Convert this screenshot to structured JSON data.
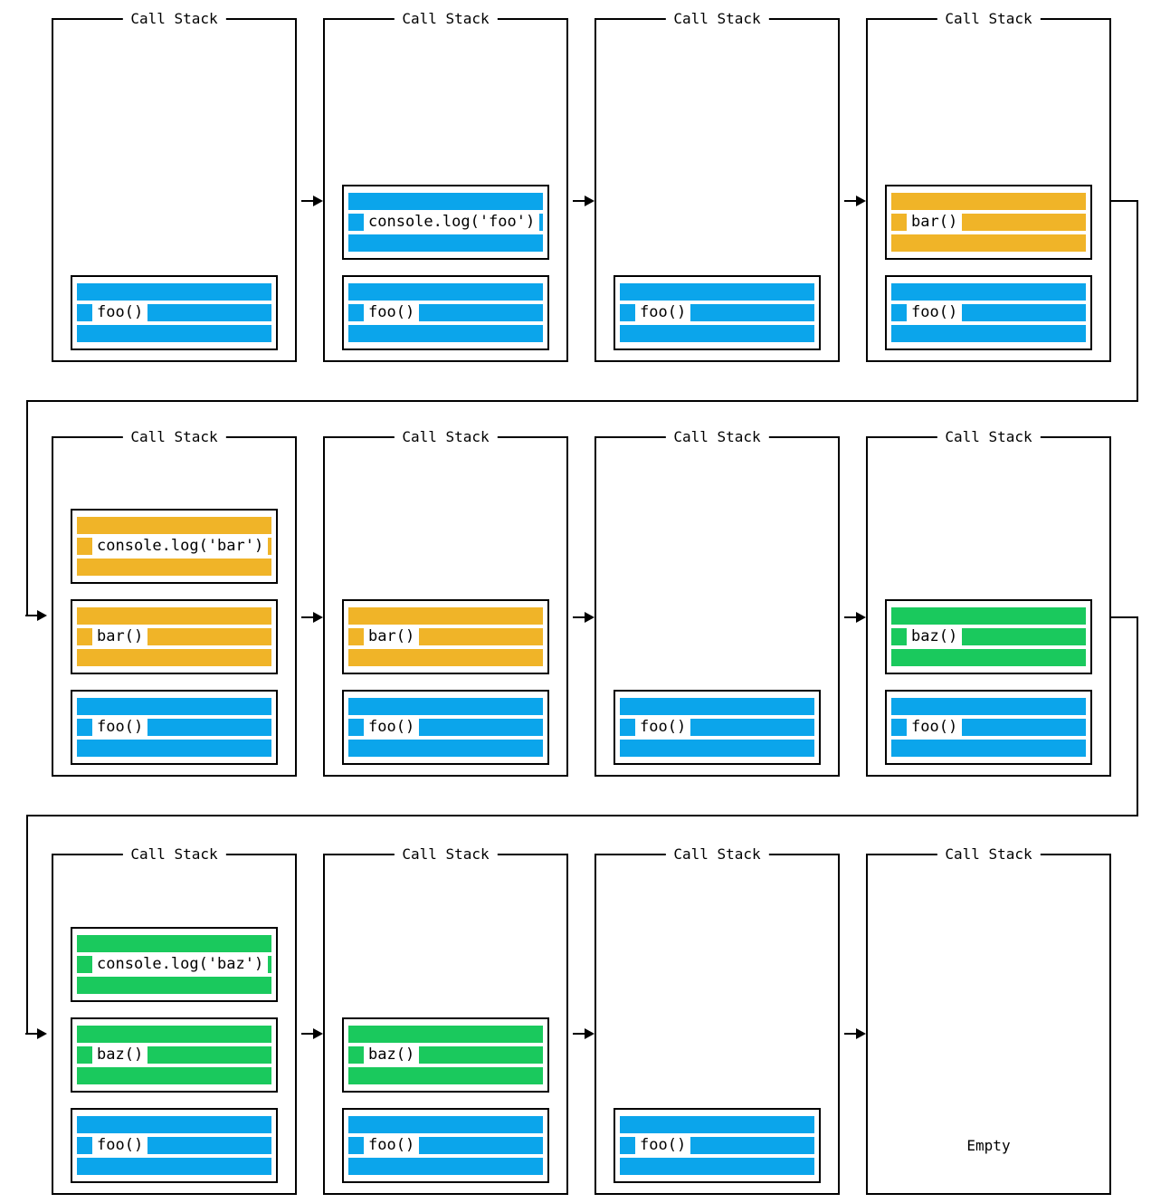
{
  "diagram": {
    "colors": {
      "blue": "#0BA5EB",
      "yellow": "#F0B428",
      "green": "#1AC95D"
    },
    "rows": [
      {
        "panels": [
          {
            "title": "Call Stack",
            "frames": [
              {
                "label": "foo()",
                "color": "blue"
              }
            ]
          },
          {
            "title": "Call Stack",
            "frames": [
              {
                "label": "foo()",
                "color": "blue"
              },
              {
                "label": "console.log('foo')",
                "color": "blue"
              }
            ]
          },
          {
            "title": "Call Stack",
            "frames": [
              {
                "label": "foo()",
                "color": "blue"
              }
            ]
          },
          {
            "title": "Call Stack",
            "frames": [
              {
                "label": "foo()",
                "color": "blue"
              },
              {
                "label": "bar()",
                "color": "yellow"
              }
            ]
          }
        ]
      },
      {
        "panels": [
          {
            "title": "Call Stack",
            "frames": [
              {
                "label": "foo()",
                "color": "blue"
              },
              {
                "label": "bar()",
                "color": "yellow"
              },
              {
                "label": "console.log('bar')",
                "color": "yellow"
              }
            ]
          },
          {
            "title": "Call Stack",
            "frames": [
              {
                "label": "foo()",
                "color": "blue"
              },
              {
                "label": "bar()",
                "color": "yellow"
              }
            ]
          },
          {
            "title": "Call Stack",
            "frames": [
              {
                "label": "foo()",
                "color": "blue"
              }
            ]
          },
          {
            "title": "Call Stack",
            "frames": [
              {
                "label": "foo()",
                "color": "blue"
              },
              {
                "label": "baz()",
                "color": "green"
              }
            ]
          }
        ]
      },
      {
        "panels": [
          {
            "title": "Call Stack",
            "frames": [
              {
                "label": "foo()",
                "color": "blue"
              },
              {
                "label": "baz()",
                "color": "green"
              },
              {
                "label": "console.log('baz')",
                "color": "green"
              }
            ]
          },
          {
            "title": "Call Stack",
            "frames": [
              {
                "label": "foo()",
                "color": "blue"
              },
              {
                "label": "baz()",
                "color": "green"
              }
            ]
          },
          {
            "title": "Call Stack",
            "frames": [
              {
                "label": "foo()",
                "color": "blue"
              }
            ]
          },
          {
            "title": "Call Stack",
            "frames": [],
            "placeholder": "Empty"
          }
        ]
      }
    ]
  }
}
